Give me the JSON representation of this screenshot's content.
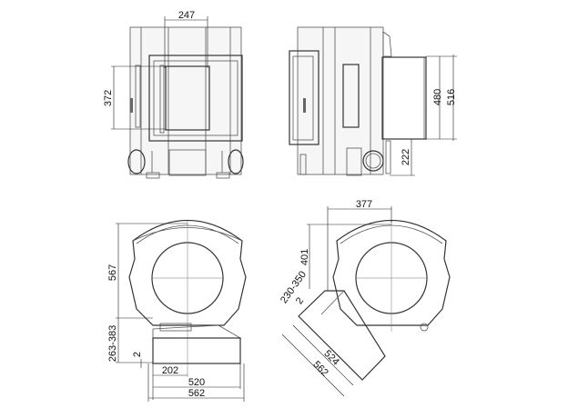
{
  "front_view": {
    "width_label": "247",
    "height_label": "372"
  },
  "side_view": {
    "box_inner_label": "480",
    "box_outer_label": "516",
    "floor_clear_label": "222"
  },
  "top_view_straight": {
    "height_label": "567",
    "base_height_label": "263-383",
    "gap_label": "2",
    "offset_label": "202",
    "inner_width_label": "520",
    "outer_width_label": "562"
  },
  "top_view_angled": {
    "offset_label": "377",
    "depth_label": "401",
    "base_height_label": "230-350",
    "gap_label": "2",
    "inner_width_label": "524",
    "outer_width_label": "562"
  }
}
